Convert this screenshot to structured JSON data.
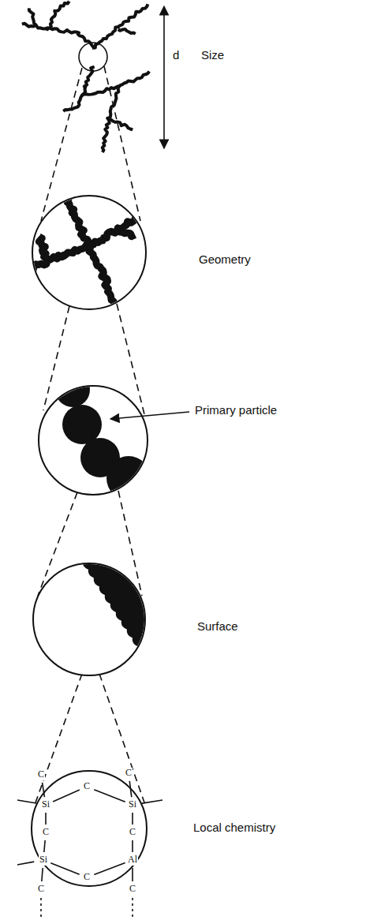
{
  "diagram": {
    "labels": [
      "d",
      "Size",
      "Geometry",
      "Primary particle",
      "Surface",
      "Local chemistry",
      "C",
      "C",
      "Si",
      "C",
      "Si",
      "C",
      "C",
      "Si",
      "Al",
      "C",
      "C",
      "C"
    ]
  }
}
